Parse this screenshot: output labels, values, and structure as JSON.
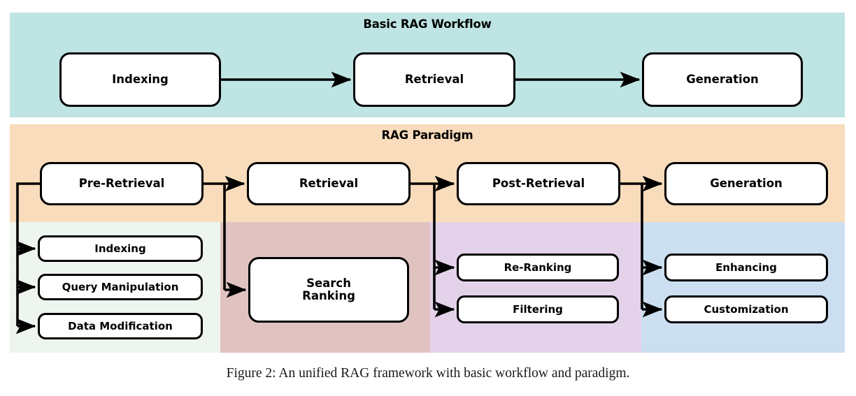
{
  "figure": {
    "caption": "Figure 2: An unified RAG framework with basic workflow and paradigm."
  },
  "colors": {
    "workflow_band": "#bfe4e4",
    "paradigm_band": "#f9dcbb",
    "pre_retrieval_band": "#eef5ee",
    "retrieval_band": "#e0c3c1",
    "post_retrieval_band": "#e4d2ea",
    "generation_band": "#ccdff0",
    "box_border": "#000000",
    "box_fill": "#ffffff",
    "text": "#000000"
  },
  "sections": {
    "workflow": {
      "title": "Basic RAG Workflow",
      "nodes": [
        {
          "id": "indexing",
          "label": "Indexing"
        },
        {
          "id": "retrieval",
          "label": "Retrieval"
        },
        {
          "id": "generation",
          "label": "Generation"
        }
      ],
      "edges": [
        {
          "from": "indexing",
          "to": "retrieval",
          "style": "arrow"
        },
        {
          "from": "retrieval",
          "to": "generation",
          "style": "arrow"
        }
      ]
    },
    "paradigm": {
      "title": "RAG Paradigm",
      "stages": [
        {
          "id": "pre-retrieval",
          "label": "Pre-Retrieval",
          "band_color": "#eef5ee",
          "substeps": [
            {
              "id": "indexing",
              "label": "Indexing"
            },
            {
              "id": "query-manipulation",
              "label": "Query Manipulation"
            },
            {
              "id": "data-modification",
              "label": "Data Modification"
            }
          ]
        },
        {
          "id": "retrieval",
          "label": "Retrieval",
          "band_color": "#e0c3c1",
          "substeps": [
            {
              "id": "search-ranking",
              "label": "Search\nRanking",
              "line1": "Search",
              "line2": "Ranking"
            }
          ]
        },
        {
          "id": "post-retrieval",
          "label": "Post-Retrieval",
          "band_color": "#e4d2ea",
          "substeps": [
            {
              "id": "re-ranking",
              "label": "Re-Ranking"
            },
            {
              "id": "filtering",
              "label": "Filtering"
            }
          ]
        },
        {
          "id": "generation",
          "label": "Generation",
          "band_color": "#ccdff0",
          "substeps": [
            {
              "id": "enhancing",
              "label": "Enhancing"
            },
            {
              "id": "customization",
              "label": "Customization"
            }
          ]
        }
      ],
      "edges": [
        {
          "from": "pre-retrieval",
          "to": "retrieval",
          "style": "arrow"
        },
        {
          "from": "retrieval",
          "to": "post-retrieval",
          "style": "arrow"
        },
        {
          "from": "post-retrieval",
          "to": "generation",
          "style": "arrow"
        },
        {
          "from": "pre-retrieval",
          "to": "indexing",
          "style": "branch-arrow"
        },
        {
          "from": "pre-retrieval",
          "to": "query-manipulation",
          "style": "branch-arrow"
        },
        {
          "from": "pre-retrieval",
          "to": "data-modification",
          "style": "branch-arrow"
        },
        {
          "from": "retrieval",
          "to": "search-ranking",
          "style": "branch-arrow"
        },
        {
          "from": "post-retrieval",
          "to": "re-ranking",
          "style": "branch-arrow"
        },
        {
          "from": "post-retrieval",
          "to": "filtering",
          "style": "branch-arrow"
        },
        {
          "from": "generation",
          "to": "enhancing",
          "style": "branch-arrow"
        },
        {
          "from": "generation",
          "to": "customization",
          "style": "branch-arrow"
        }
      ]
    }
  }
}
